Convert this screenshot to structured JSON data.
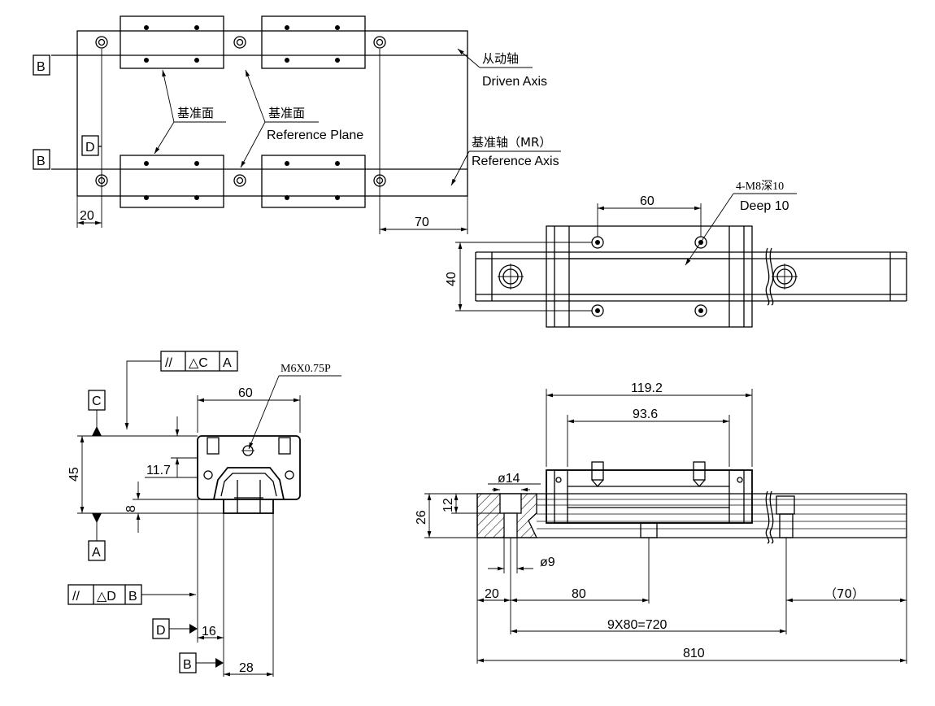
{
  "top_view": {
    "datum_b_upper": "B",
    "datum_b_lower": "B",
    "datum_d": "D",
    "dim_left": "20",
    "dim_right": "70",
    "driven_axis_cn": "从动轴",
    "driven_axis_en": "Driven Axis",
    "ref_plane_cn_1": "基准面",
    "ref_plane_cn_2": "基准面",
    "ref_plane_en": "Reference Plane",
    "ref_axis_cn": "基准轴（MR）",
    "ref_axis_en": "Reference Axis"
  },
  "detail_top": {
    "dim_60": "60",
    "dim_40": "40",
    "hole_note": "4-M8深10",
    "hole_note_en": "Deep 10"
  },
  "section_view": {
    "tol_frame_top": [
      "//",
      "△C",
      "A"
    ],
    "tol_frame_bottom": [
      "//",
      "△D",
      "B"
    ],
    "datum_c": "C",
    "datum_a": "A",
    "datum_d": "D",
    "datum_b": "B",
    "dim_60": "60",
    "thread": "M6X0.75P",
    "dim_45": "45",
    "dim_11_7": "11.7",
    "dim_8": "8",
    "dim_16": "16",
    "dim_28": "28"
  },
  "side_view": {
    "dim_119_2": "119.2",
    "dim_93_6": "93.6",
    "dim_phi14": "ø14",
    "dim_phi9": "ø9",
    "dim_26": "26",
    "dim_12": "12",
    "dim_20": "20",
    "dim_80": "80",
    "dim_70": "（70）",
    "dim_9x80": "9X80=720",
    "dim_810": "810"
  }
}
